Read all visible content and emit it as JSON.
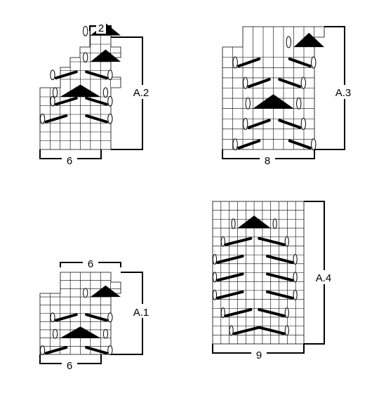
{
  "charts": [
    {
      "id": "a2",
      "name": "A.2",
      "repeat_width": "2",
      "width_label": "6",
      "shape_columns": [
        8,
        7,
        6,
        5,
        4
      ],
      "cols": 8,
      "rows": 14,
      "symbols": [
        {
          "type": "triangle",
          "row": 0,
          "cols": [
            5,
            7
          ]
        },
        {
          "type": "triangle",
          "row": 3,
          "cols": [
            5,
            7
          ]
        },
        {
          "type": "lean-left",
          "row": 5,
          "cols": [
            1,
            3
          ]
        },
        {
          "type": "lean-right",
          "row": 5,
          "cols": [
            4,
            6
          ]
        },
        {
          "type": "triangle",
          "row": 7,
          "cols": [
            2,
            5
          ]
        },
        {
          "type": "lean-left",
          "row": 8,
          "cols": [
            1,
            3
          ]
        },
        {
          "type": "lean-right",
          "row": 8,
          "cols": [
            4,
            6
          ]
        },
        {
          "type": "oval",
          "row": 8,
          "cols": [
            1
          ]
        },
        {
          "type": "oval",
          "row": 8,
          "cols": [
            6
          ]
        },
        {
          "type": "lean-left",
          "row": 10,
          "cols": [
            0,
            2
          ]
        },
        {
          "type": "lean-right",
          "row": 10,
          "cols": [
            4,
            6
          ]
        },
        {
          "type": "oval",
          "row": 10,
          "cols": [
            0
          ]
        },
        {
          "type": "oval",
          "row": 10,
          "cols": [
            6
          ]
        }
      ]
    },
    {
      "id": "a3",
      "name": "A.3",
      "width_label": "8",
      "cols": 10,
      "rows": 12,
      "symbols": [
        {
          "type": "triangle",
          "row": 1,
          "cols": [
            7,
            9
          ]
        },
        {
          "type": "lean-left",
          "row": 3,
          "cols": [
            1,
            3
          ]
        },
        {
          "type": "lean-right",
          "row": 3,
          "cols": [
            6,
            8
          ]
        },
        {
          "type": "lean-left",
          "row": 5,
          "cols": [
            2,
            4
          ]
        },
        {
          "type": "lean-right",
          "row": 5,
          "cols": [
            5,
            7
          ]
        },
        {
          "type": "triangle",
          "row": 7,
          "cols": [
            3,
            6
          ]
        },
        {
          "type": "lean-left",
          "row": 9,
          "cols": [
            2,
            4
          ]
        },
        {
          "type": "lean-right",
          "row": 9,
          "cols": [
            5,
            7
          ]
        },
        {
          "type": "lean-left",
          "row": 11,
          "cols": [
            1,
            3
          ]
        },
        {
          "type": "lean-right",
          "row": 11,
          "cols": [
            6,
            8
          ]
        }
      ]
    },
    {
      "id": "a1",
      "name": "A.1",
      "width_label_top": "6",
      "width_label": "6",
      "cols": 8,
      "rows": 10,
      "symbols": [
        {
          "type": "triangle",
          "row": 2,
          "cols": [
            5,
            7
          ]
        },
        {
          "type": "lean-left",
          "row": 5,
          "cols": [
            1,
            3
          ]
        },
        {
          "type": "lean-right",
          "row": 5,
          "cols": [
            4,
            6
          ]
        },
        {
          "type": "triangle",
          "row": 7,
          "cols": [
            2,
            5
          ]
        },
        {
          "type": "lean-left",
          "row": 9,
          "cols": [
            0,
            2
          ]
        },
        {
          "type": "lean-right",
          "row": 9,
          "cols": [
            4,
            6
          ]
        }
      ]
    },
    {
      "id": "a4",
      "name": "A.4",
      "width_label": "9",
      "cols": 11,
      "rows": 16,
      "symbols": [
        {
          "type": "triangle",
          "row": 2,
          "cols": [
            3,
            6
          ]
        },
        {
          "type": "lean-left",
          "row": 4,
          "cols": [
            1,
            4
          ]
        },
        {
          "type": "lean-right",
          "row": 4,
          "cols": [
            5,
            8
          ]
        },
        {
          "type": "lean-left",
          "row": 6,
          "cols": [
            0,
            3
          ]
        },
        {
          "type": "lean-right",
          "row": 6,
          "cols": [
            6,
            9
          ]
        },
        {
          "type": "lean-left",
          "row": 8,
          "cols": [
            0,
            3
          ]
        },
        {
          "type": "lean-right",
          "row": 8,
          "cols": [
            6,
            9
          ]
        },
        {
          "type": "lean-left",
          "row": 10,
          "cols": [
            0,
            3
          ]
        },
        {
          "type": "lean-right",
          "row": 10,
          "cols": [
            6,
            9
          ]
        },
        {
          "type": "lean-left",
          "row": 12,
          "cols": [
            1,
            4
          ]
        },
        {
          "type": "lean-right",
          "row": 12,
          "cols": [
            5,
            8
          ]
        },
        {
          "type": "lean-left",
          "row": 14,
          "cols": [
            2,
            5
          ]
        },
        {
          "type": "lean-right",
          "row": 14,
          "cols": [
            5,
            8
          ]
        }
      ]
    }
  ]
}
